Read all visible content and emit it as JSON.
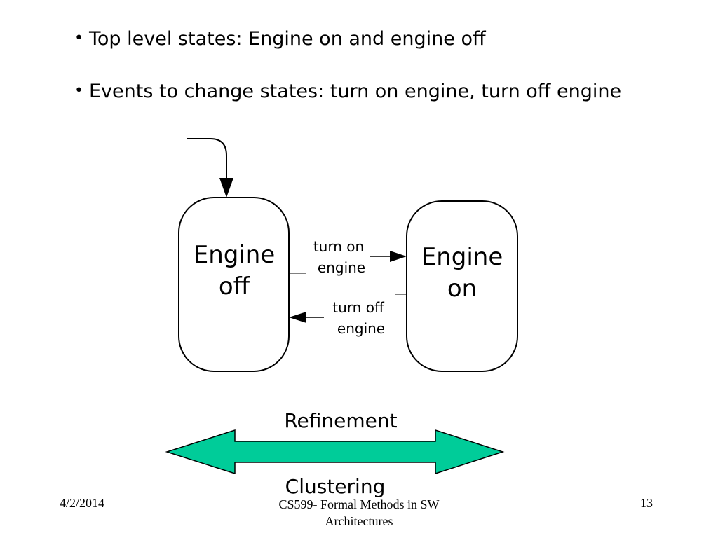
{
  "bullets": [
    {
      "text": "Top level states: Engine on and engine off"
    },
    {
      "text": "Events to change states: turn on engine, turn off engine"
    }
  ],
  "diagram": {
    "states": [
      {
        "line1": "Engine",
        "line2": "off"
      },
      {
        "line1": "Engine",
        "line2": "on"
      }
    ],
    "transitions": [
      {
        "line1": "turn on",
        "line2": "engine"
      },
      {
        "line1": "turn off",
        "line2": "engine"
      }
    ],
    "double_arrow": {
      "top_label": "Refinement",
      "bottom_label": "Clustering",
      "fill_color": "#00cc99"
    }
  },
  "footer": {
    "date": "4/2/2014",
    "course_line1": "CS599- Formal Methods in SW",
    "course_line2": "Architectures",
    "page": "13"
  }
}
